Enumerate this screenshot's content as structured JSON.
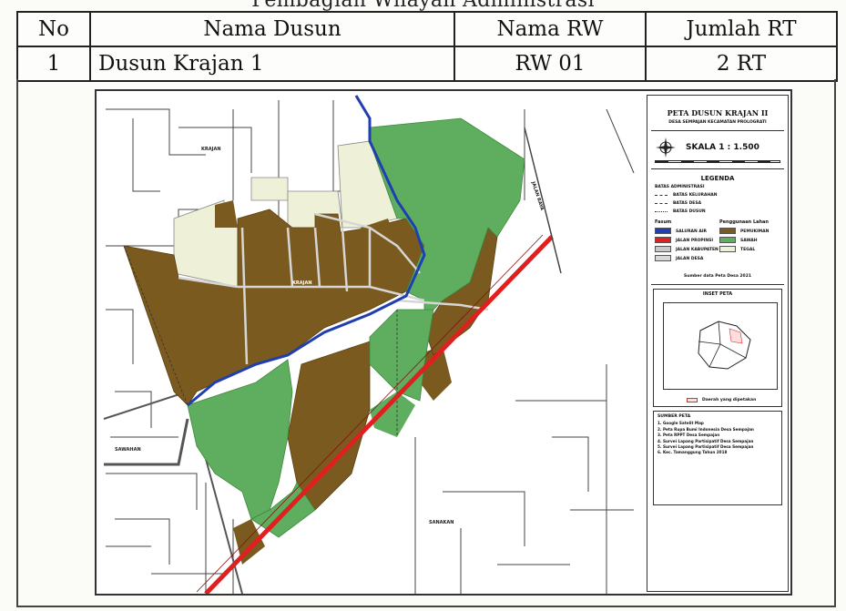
{
  "document": {
    "title": "Pembagian Wilayah Administrasi"
  },
  "table": {
    "headers": [
      "No",
      "Nama Dusun",
      "Nama RW",
      "Jumlah RT"
    ],
    "rows": [
      {
        "no": "1",
        "nama_dusun": "Dusun Krajan 1",
        "nama_rw": "RW 01",
        "jumlah_rt": "2 RT"
      }
    ]
  },
  "map": {
    "title": "PETA DUSUN KRAJAN II",
    "subtitle": "DESA SEMPAJAN KECAMATAN PROLOGRATI",
    "scale_label": "SKALA 1 : 1.500",
    "legend_title": "LEGENDA",
    "admin_boundary_title": "BATAS ADMINISTRASI",
    "admin_boundaries": [
      "BATAS KELURAHAN",
      "BATAS DESA",
      "BATAS DUSUN"
    ],
    "features_title": "Fasum",
    "features": [
      {
        "label": "SALURAN AIR",
        "color": "#1f3fb0"
      },
      {
        "label": "JALAN PROPINSI",
        "color": "#e02020"
      },
      {
        "label": "JALAN KABUPATEN",
        "color": "#c8c8c8"
      },
      {
        "label": "JALAN DESA",
        "color": "#d8d8d8"
      }
    ],
    "landuse_title": "Penggunaan Lahan",
    "landuse": [
      {
        "label": "PEMUKIMAN",
        "color": "#7a5a1e"
      },
      {
        "label": "SAWAH",
        "color": "#5fae5f"
      },
      {
        "label": "TEGAL",
        "color": "#eef0d8"
      }
    ],
    "source_note": "Sumber data Peta Desa 2021",
    "index_title": "INSET PETA",
    "index_legend": "Daerah yang dipetakan",
    "sources_title": "SUMBER PETA",
    "sources": [
      "1. Google Satelit Map",
      "2. Peta Rupa Bumi Indonesia Desa Sempajan",
      "3. Peta RPPT Desa Sempajan",
      "4. Survei Lapang Partisipatif Desa Sempajan",
      "5. Survei Lapang Partisipatif Desa Sempajan",
      "6. Kec. Tamanggung Tahun 2018"
    ],
    "place_labels": [
      "KRAJAN",
      "KRAJAN",
      "SAWAHAN",
      "SANAKAN"
    ],
    "road_label": "JALAN RAYA",
    "colors": {
      "settlement": "#7a5a1e",
      "rice_field": "#5fae5f",
      "dry_field": "#eef0d8",
      "river": "#1f3fb0",
      "main_road": "#e02020"
    }
  }
}
